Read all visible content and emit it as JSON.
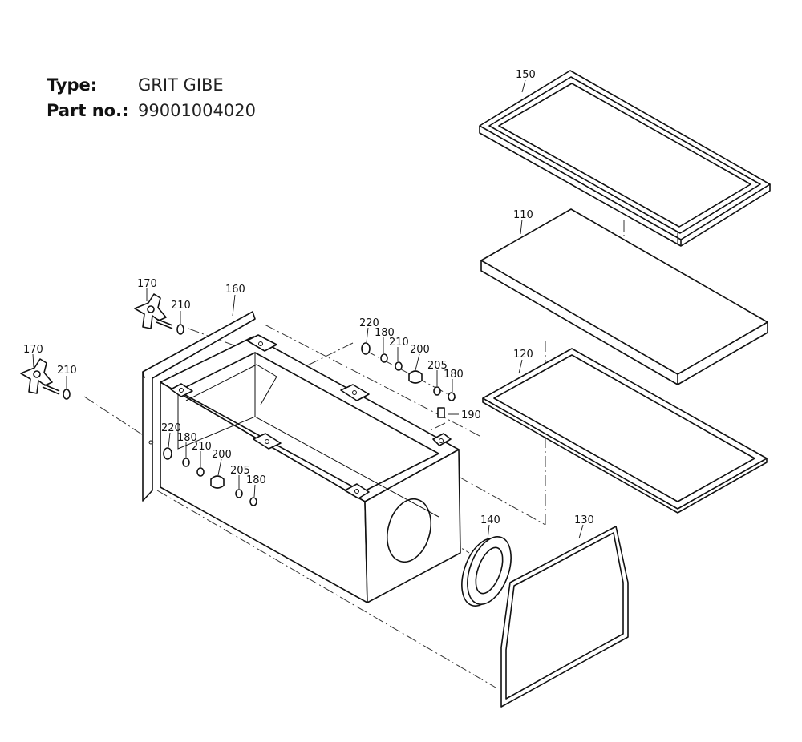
{
  "header": {
    "type_label": "Type:",
    "type_value": "GRIT GIBE",
    "part_label": "Part no.:",
    "part_value": "99001004020"
  },
  "callouts": {
    "c150": "150",
    "c110": "110",
    "c120": "120",
    "c130": "130",
    "c140": "140",
    "c160": "160",
    "c170a": "170",
    "c170b": "170",
    "c210a": "210",
    "c210b": "210",
    "c220a": "220",
    "c180a": "180",
    "c210c": "210",
    "c200a": "200",
    "c205a": "205",
    "c180b": "180",
    "c190": "190",
    "c220b": "220",
    "c180c": "180",
    "c210d": "210",
    "c200b": "200",
    "c205b": "205",
    "c180d": "180"
  }
}
